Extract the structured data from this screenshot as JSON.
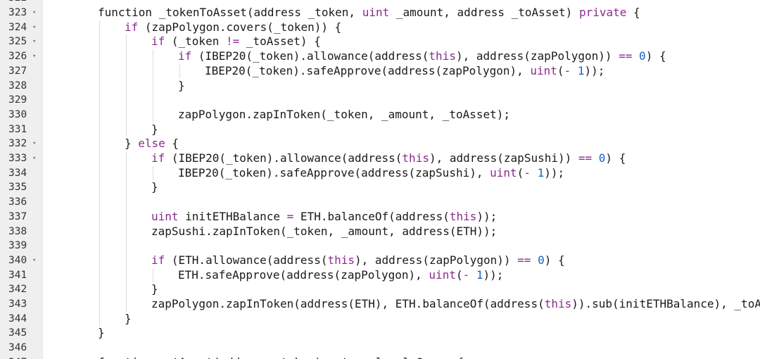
{
  "editor": {
    "top_partial_line_number": "322",
    "lines": [
      {
        "n": "323",
        "fold": true,
        "indent": 1,
        "tokens": [
          [
            "pl",
            "function _tokenToAsset(address _token, "
          ],
          [
            "ty",
            "uint"
          ],
          [
            "pl",
            " _amount, address _toAsset) "
          ],
          [
            "kw",
            "private"
          ],
          [
            "pl",
            " {"
          ]
        ]
      },
      {
        "n": "324",
        "fold": true,
        "indent": 2,
        "tokens": [
          [
            "kw",
            "if"
          ],
          [
            "pl",
            " (zapPolygon.covers(_token)) {"
          ]
        ]
      },
      {
        "n": "325",
        "fold": true,
        "indent": 3,
        "tokens": [
          [
            "kw",
            "if"
          ],
          [
            "pl",
            " (_token "
          ],
          [
            "op",
            "!="
          ],
          [
            "pl",
            " _toAsset) {"
          ]
        ]
      },
      {
        "n": "326",
        "fold": true,
        "indent": 4,
        "tokens": [
          [
            "kw",
            "if"
          ],
          [
            "pl",
            " (IBEP20(_token).allowance(address("
          ],
          [
            "th",
            "this"
          ],
          [
            "pl",
            "), address(zapPolygon)) "
          ],
          [
            "op",
            "=="
          ],
          [
            "pl",
            " "
          ],
          [
            "nm",
            "0"
          ],
          [
            "pl",
            ") {"
          ]
        ]
      },
      {
        "n": "327",
        "fold": false,
        "indent": 5,
        "tokens": [
          [
            "pl",
            "IBEP20(_token).safeApprove(address(zapPolygon), "
          ],
          [
            "ty",
            "uint"
          ],
          [
            "pl",
            "("
          ],
          [
            "op",
            "-"
          ],
          [
            "pl",
            " "
          ],
          [
            "nm",
            "1"
          ],
          [
            "pl",
            "));"
          ]
        ]
      },
      {
        "n": "328",
        "fold": false,
        "indent": 4,
        "tokens": [
          [
            "pl",
            "}"
          ]
        ]
      },
      {
        "n": "329",
        "fold": false,
        "indent": 0,
        "tokens": []
      },
      {
        "n": "330",
        "fold": false,
        "indent": 4,
        "tokens": [
          [
            "pl",
            "zapPolygon.zapInToken(_token, _amount, _toAsset);"
          ]
        ]
      },
      {
        "n": "331",
        "fold": false,
        "indent": 3,
        "tokens": [
          [
            "pl",
            "}"
          ]
        ]
      },
      {
        "n": "332",
        "fold": true,
        "indent": 2,
        "tokens": [
          [
            "pl",
            "} "
          ],
          [
            "kw",
            "else"
          ],
          [
            "pl",
            " {"
          ]
        ]
      },
      {
        "n": "333",
        "fold": true,
        "indent": 3,
        "tokens": [
          [
            "kw",
            "if"
          ],
          [
            "pl",
            " (IBEP20(_token).allowance(address("
          ],
          [
            "th",
            "this"
          ],
          [
            "pl",
            "), address(zapSushi)) "
          ],
          [
            "op",
            "=="
          ],
          [
            "pl",
            " "
          ],
          [
            "nm",
            "0"
          ],
          [
            "pl",
            ") {"
          ]
        ]
      },
      {
        "n": "334",
        "fold": false,
        "indent": 4,
        "tokens": [
          [
            "pl",
            "IBEP20(_token).safeApprove(address(zapSushi), "
          ],
          [
            "ty",
            "uint"
          ],
          [
            "pl",
            "("
          ],
          [
            "op",
            "-"
          ],
          [
            "pl",
            " "
          ],
          [
            "nm",
            "1"
          ],
          [
            "pl",
            "));"
          ]
        ]
      },
      {
        "n": "335",
        "fold": false,
        "indent": 3,
        "tokens": [
          [
            "pl",
            "}"
          ]
        ]
      },
      {
        "n": "336",
        "fold": false,
        "indent": 0,
        "tokens": []
      },
      {
        "n": "337",
        "fold": false,
        "indent": 3,
        "tokens": [
          [
            "ty",
            "uint"
          ],
          [
            "pl",
            " initETHBalance "
          ],
          [
            "op",
            "="
          ],
          [
            "pl",
            " ETH.balanceOf(address("
          ],
          [
            "th",
            "this"
          ],
          [
            "pl",
            "));"
          ]
        ]
      },
      {
        "n": "338",
        "fold": false,
        "indent": 3,
        "tokens": [
          [
            "pl",
            "zapSushi.zapInToken(_token, _amount, address(ETH));"
          ]
        ]
      },
      {
        "n": "339",
        "fold": false,
        "indent": 0,
        "tokens": []
      },
      {
        "n": "340",
        "fold": true,
        "indent": 3,
        "tokens": [
          [
            "kw",
            "if"
          ],
          [
            "pl",
            " (ETH.allowance(address("
          ],
          [
            "th",
            "this"
          ],
          [
            "pl",
            "), address(zapPolygon)) "
          ],
          [
            "op",
            "=="
          ],
          [
            "pl",
            " "
          ],
          [
            "nm",
            "0"
          ],
          [
            "pl",
            ") {"
          ]
        ]
      },
      {
        "n": "341",
        "fold": false,
        "indent": 4,
        "tokens": [
          [
            "pl",
            "ETH.safeApprove(address(zapPolygon), "
          ],
          [
            "ty",
            "uint"
          ],
          [
            "pl",
            "("
          ],
          [
            "op",
            "-"
          ],
          [
            "pl",
            " "
          ],
          [
            "nm",
            "1"
          ],
          [
            "pl",
            "));"
          ]
        ]
      },
      {
        "n": "342",
        "fold": false,
        "indent": 3,
        "tokens": [
          [
            "pl",
            "}"
          ]
        ]
      },
      {
        "n": "343",
        "fold": false,
        "indent": 3,
        "tokens": [
          [
            "pl",
            "zapPolygon.zapInToken(address(ETH), ETH.balanceOf(address("
          ],
          [
            "th",
            "this"
          ],
          [
            "pl",
            ")).sub(initETHBalance), _toAsset);"
          ]
        ]
      },
      {
        "n": "344",
        "fold": false,
        "indent": 2,
        "tokens": [
          [
            "pl",
            "}"
          ]
        ]
      },
      {
        "n": "345",
        "fold": false,
        "indent": 1,
        "tokens": [
          [
            "pl",
            "}"
          ]
        ]
      },
      {
        "n": "346",
        "fold": false,
        "indent": 0,
        "tokens": []
      }
    ],
    "bottom_partial_line_number": "347",
    "bottom_partial_tokens": [
      [
        "pl",
        "function setAsset(address _token) external onlyOwner {"
      ]
    ]
  },
  "colors": {
    "gutter_bg": "#efefef",
    "code_bg": "#ffffff",
    "keyword": "#8a2b8f",
    "number": "#1565c0",
    "plain": "#1a1a1a",
    "indent_guide": "#dcdcdc"
  },
  "icons": {
    "fold": "fold-arrow-icon"
  }
}
